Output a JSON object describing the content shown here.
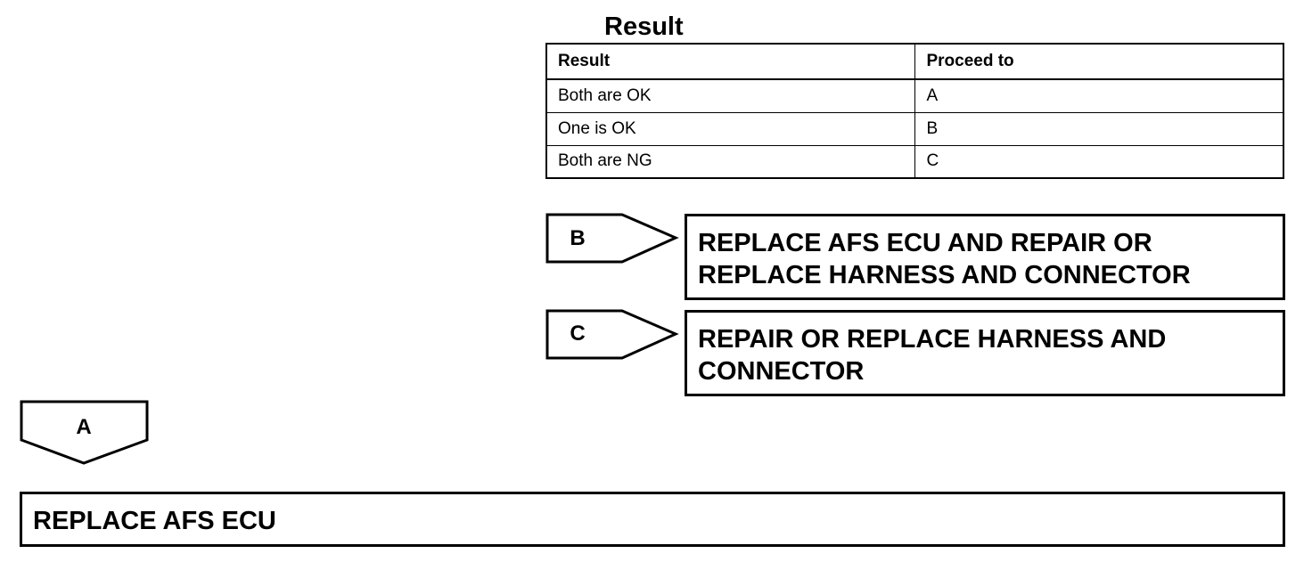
{
  "result_section": {
    "title": "Result",
    "table": {
      "headers": [
        "Result",
        "Proceed to"
      ],
      "rows": [
        [
          "Both are OK",
          "A"
        ],
        [
          "One is OK",
          "B"
        ],
        [
          "Both are NG",
          "C"
        ]
      ]
    }
  },
  "branches": {
    "b": {
      "label": "B",
      "action": "REPLACE AFS ECU AND REPAIR OR REPLACE HARNESS AND CONNECTOR"
    },
    "c": {
      "label": "C",
      "action": "REPAIR OR REPLACE HARNESS AND CONNECTOR"
    },
    "a": {
      "label": "A",
      "action": "REPLACE AFS ECU"
    }
  }
}
